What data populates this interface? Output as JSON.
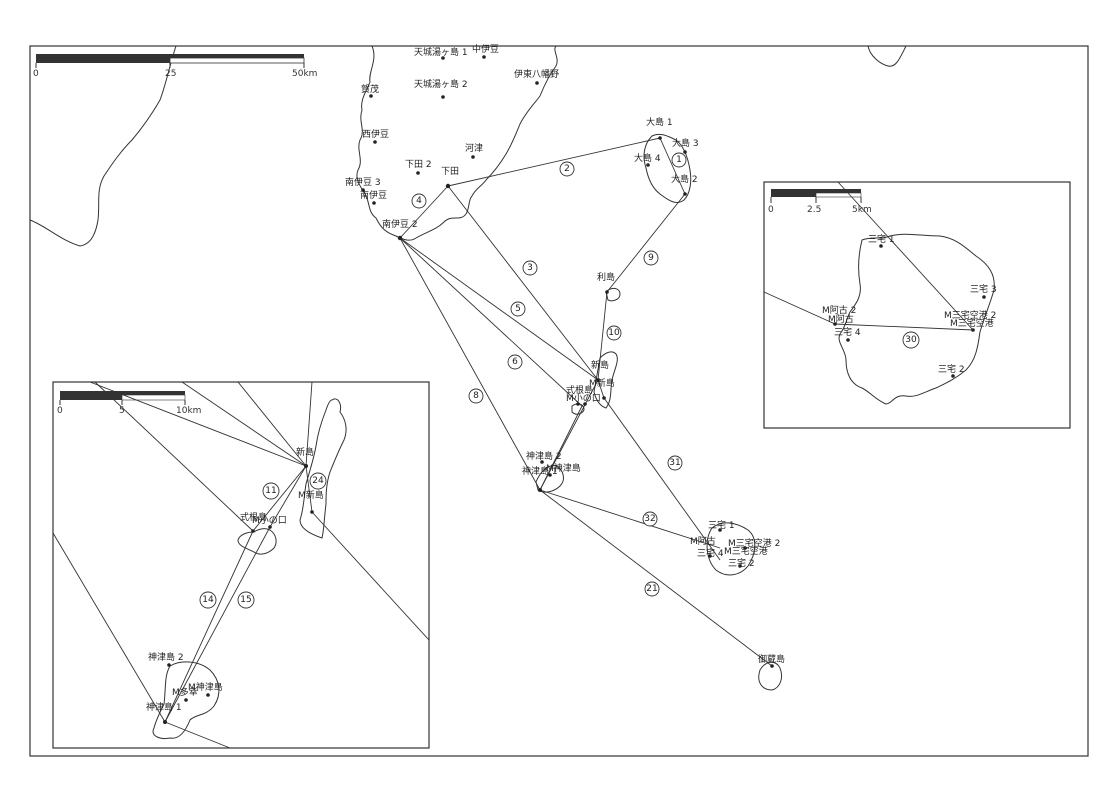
{
  "map": {
    "title": "",
    "main_scale": {
      "labels": [
        "0",
        "25",
        "50km"
      ]
    },
    "inset_miyake_scale": {
      "labels": [
        "0",
        "2.5",
        "5km"
      ]
    },
    "inset_niijima_scale": {
      "labels": [
        "0",
        "5",
        "10km"
      ]
    },
    "places": {
      "amagi1": "天城湯ヶ島 1",
      "nakaizu": "中伊豆",
      "amagi2": "天城湯ヶ島 2",
      "ito": "伊東八幡野",
      "kamo": "賀茂",
      "nishiizu": "西伊豆",
      "kawazu": "河津",
      "shimoda2": "下田 2",
      "shimoda": "下田",
      "minamiizu3": "南伊豆 3",
      "minamiizu": "南伊豆",
      "minamiizu2": "南伊豆 2",
      "oshima1": "大島 1",
      "oshima3": "大島 3",
      "oshima4": "大島 4",
      "oshima2": "大島 2",
      "toshima": "利島",
      "niijima": "新島",
      "m_niijima": "M新島",
      "shikinejima": "式根島",
      "m_konokuchi": "M小の口",
      "kozushima2": "神津島 2",
      "kozushima1": "神津島 1",
      "m_kozushima": "M神津島",
      "m_tako": "M多幸",
      "miyake1": "三宅 1",
      "miyake2": "三宅 2",
      "miyake3": "三宅 3",
      "miyake4": "三宅 4",
      "m_ako2": "M阿古 2",
      "m_ako": "M阿古",
      "m_miyake_airport2": "M三宅空港 2",
      "m_miyake_airport": "M三宅空港",
      "mikurajima": "御蔵島"
    },
    "route_numbers": {
      "r1": "1",
      "r2": "2",
      "r3": "3",
      "r4": "4",
      "r5": "5",
      "r6": "6",
      "r8": "8",
      "r9": "9",
      "r10": "10",
      "r11": "11",
      "r14": "14",
      "r15": "15",
      "r21": "21",
      "r24": "24",
      "r30": "30",
      "r31": "31",
      "r32": "32"
    }
  }
}
